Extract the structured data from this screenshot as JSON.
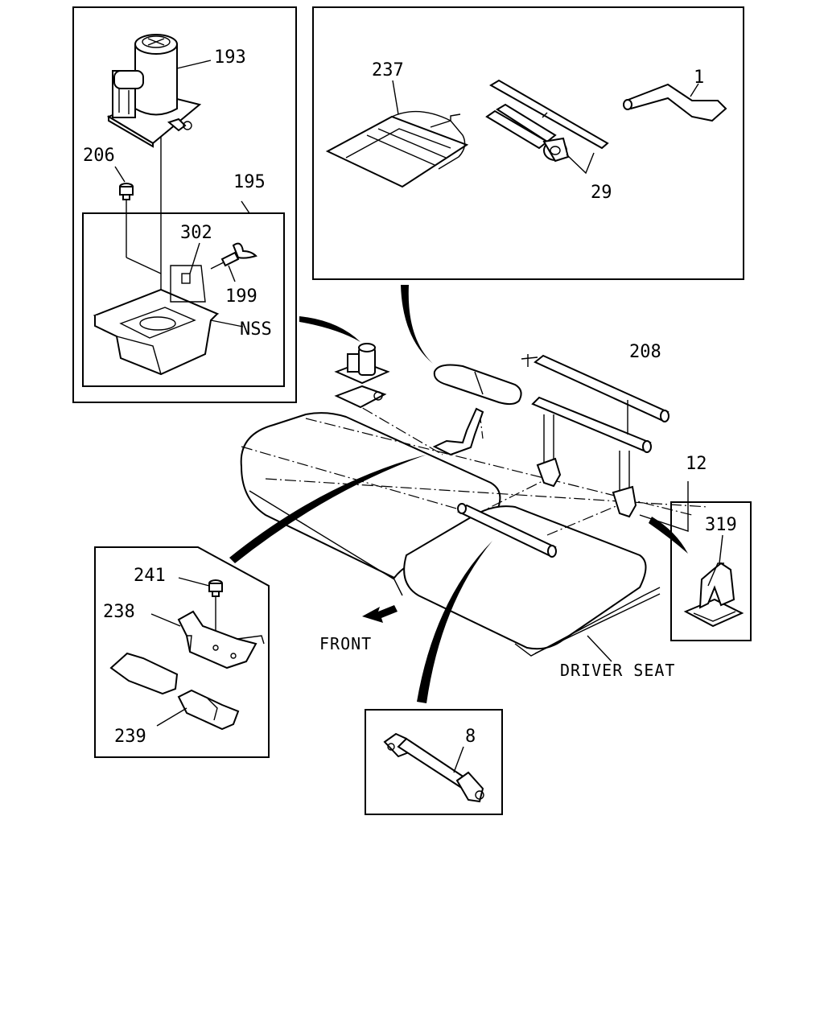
{
  "labels": {
    "l193": "193",
    "l206": "206",
    "l195": "195",
    "l302": "302",
    "l199": "199",
    "lNSS": "NSS",
    "l237": "237",
    "l1": "1",
    "l29": "29",
    "l208": "208",
    "l12": "12",
    "l319": "319",
    "l241": "241",
    "l238": "238",
    "l239": "239",
    "l8": "8",
    "front": "FRONT",
    "driver_seat": "DRIVER SEAT"
  },
  "style": {
    "ink": "#000000",
    "paper": "#ffffff"
  }
}
